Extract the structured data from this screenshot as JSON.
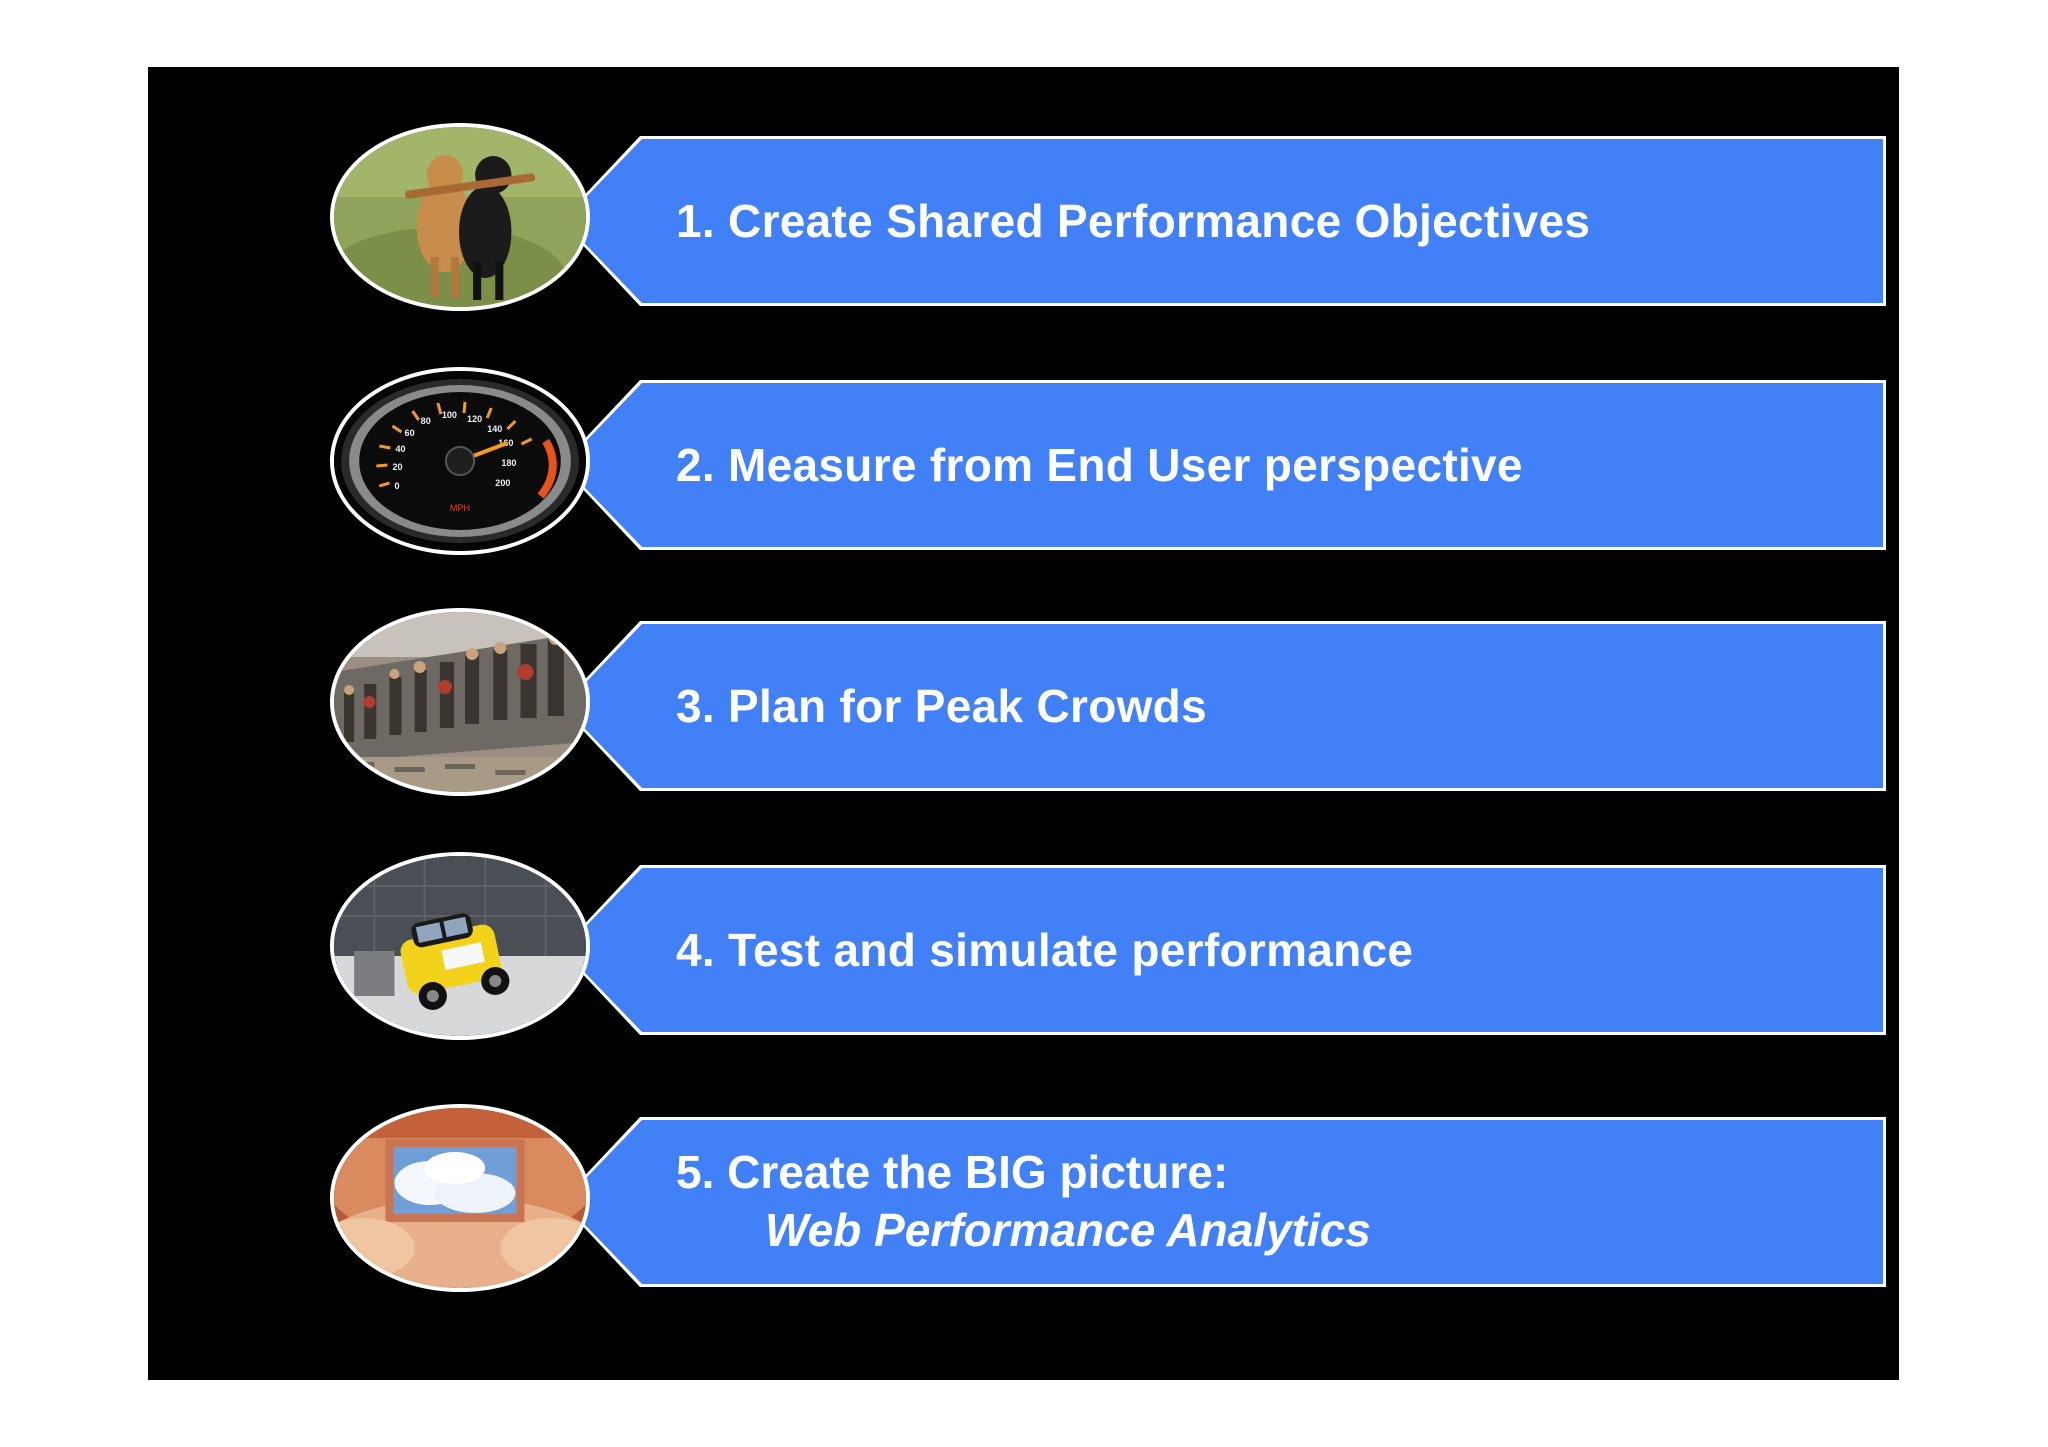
{
  "slide": {
    "items": [
      {
        "number_text": "1. Create Shared Performance Objectives",
        "picture": "two-dogs-carrying-stick-photo"
      },
      {
        "number_text": "2. Measure from End User perspective",
        "picture": "speedometer-photo",
        "speedometer": {
          "ticks": [
            "0",
            "20",
            "40",
            "60",
            "80",
            "100",
            "120",
            "140",
            "160",
            "180",
            "200"
          ],
          "unit": "MPH"
        }
      },
      {
        "number_text": "3. Plan for Peak Crowds",
        "picture": "crowded-train-photo"
      },
      {
        "number_text": "4. Test and simulate performance",
        "picture": "car-crash-test-photo"
      },
      {
        "number_text": "5. Create the BIG picture:",
        "subtitle": "Web Performance Analytics",
        "picture": "hands-framing-sky-photo"
      }
    ]
  },
  "colors": {
    "background": "#000000",
    "banner": "#4280f7",
    "banner_border": "#ffffff",
    "page": "#ffffff"
  }
}
